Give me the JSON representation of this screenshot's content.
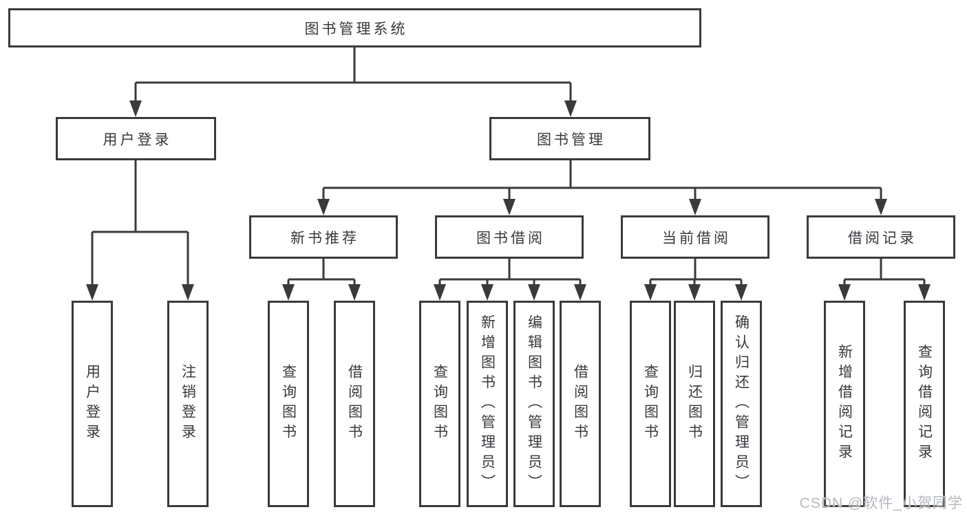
{
  "hierarchy": {
    "label": "图书管理系统",
    "children": [
      {
        "label": "用户登录",
        "children": [
          {
            "label": "用户登录"
          },
          {
            "label": "注销登录"
          }
        ]
      },
      {
        "label": "图书管理",
        "children": [
          {
            "label": "新书推荐",
            "children": [
              {
                "label": "查询图书"
              },
              {
                "label": "借阅图书"
              }
            ]
          },
          {
            "label": "图书借阅",
            "children": [
              {
                "label": "查询图书"
              },
              {
                "label": "新增图书（管理员）"
              },
              {
                "label": "编辑图书（管理员）"
              },
              {
                "label": "借阅图书"
              }
            ]
          },
          {
            "label": "当前借阅",
            "children": [
              {
                "label": "查询图书"
              },
              {
                "label": "归还图书"
              },
              {
                "label": "确认归还（管理员）"
              }
            ]
          },
          {
            "label": "借阅记录",
            "children": [
              {
                "label": "新增借阅记录"
              },
              {
                "label": "查询借阅记录"
              }
            ]
          }
        ]
      }
    ]
  },
  "watermark": {
    "text": "CSDN @软件_小贺同学"
  },
  "colors": {
    "line": "#3a3a3a",
    "text": "#36393d",
    "background": "#ffffff",
    "watermark": "#b4b8be"
  }
}
